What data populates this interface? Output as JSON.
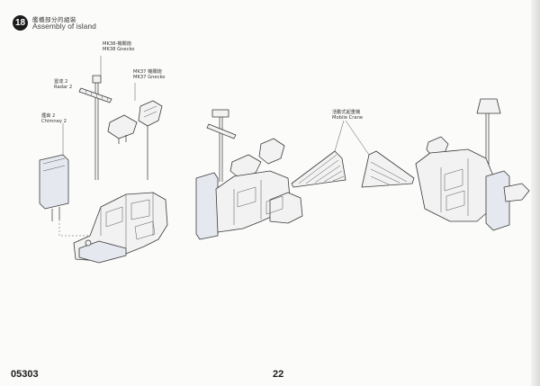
{
  "header": {
    "step_number": "18",
    "title_cn": "艦橋部分的組裝",
    "title_en": "Assembly of island"
  },
  "labels": {
    "mk38_cn": "MK38-機關炮",
    "mk38_en": "MK38 Gnecko",
    "mk37_cn": "MK37 機關炮",
    "mk37_en": "MK37 Gnecko",
    "radar_cn": "雷達 2",
    "radar_en": "Radar 2",
    "chimney_cn": "煙囪 2",
    "chimney_en": "Chimney 2",
    "crane_cn": "活動式起重機",
    "crane_en": "Mobile Crane"
  },
  "footer": {
    "product_code": "05303",
    "page_number": "22"
  }
}
